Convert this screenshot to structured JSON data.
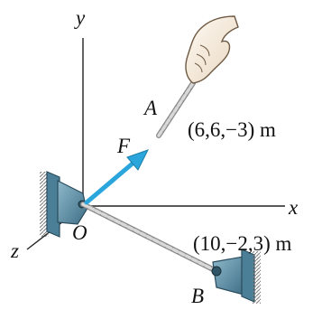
{
  "axes": {
    "x_label": "x",
    "y_label": "y",
    "z_label": "z"
  },
  "points": {
    "origin_label": "O",
    "a_label": "A",
    "a_coords": "(6,6,−3) m",
    "b_label": "B",
    "b_coords": "(10,−2,3) m"
  },
  "force": {
    "label": "F"
  },
  "colors": {
    "force_arrow": "#2aa6dc",
    "support_plate": "#5a8fa8",
    "rope": "#b0b0b0",
    "axis_lines": "#222222"
  },
  "icons": {
    "hand": "hand-icon",
    "support_o": "wall-bracket-icon",
    "support_b": "wall-bracket-icon"
  }
}
